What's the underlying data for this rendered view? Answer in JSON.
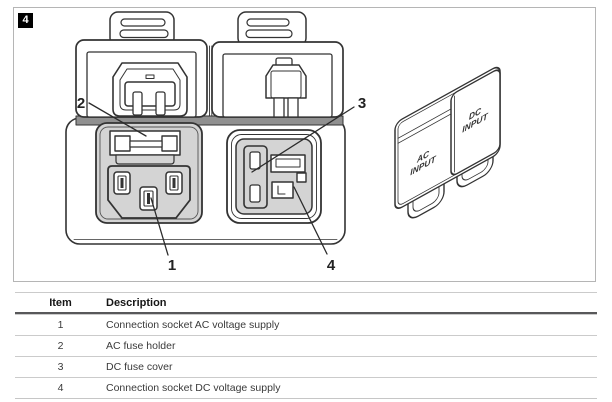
{
  "figure": {
    "number": "4",
    "callouts": {
      "one": "1",
      "two": "2",
      "three": "3",
      "four": "4"
    },
    "covers": {
      "ac": {
        "line1": "AC",
        "line2": "INPUT"
      },
      "dc": {
        "line1": "DC",
        "line2": "INPUT"
      }
    }
  },
  "table": {
    "headers": {
      "item": "Item",
      "description": "Description"
    },
    "rows": [
      {
        "item": "1",
        "description": "Connection socket AC voltage supply"
      },
      {
        "item": "2",
        "description": "AC fuse holder"
      },
      {
        "item": "3",
        "description": "DC fuse cover"
      },
      {
        "item": "4",
        "description": "Connection socket DC voltage supply"
      }
    ]
  },
  "colors": {
    "line": "#333333",
    "recess_gray": "#d4d4d4",
    "band_gray": "#909090",
    "frame_border": "#b5b5b5",
    "badge_bg": "#000000",
    "badge_fg": "#ffffff"
  }
}
